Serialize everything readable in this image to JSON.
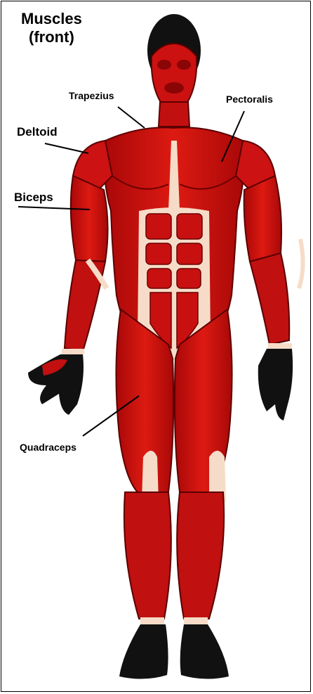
{
  "title": {
    "line1": "Muscles",
    "line2": "(front)"
  },
  "labels": {
    "trapezius": "Trapezius",
    "pectoralis": "Pectoralis",
    "deltoid": "Deltoid",
    "biceps": "Biceps",
    "quadraceps": "Quadraceps"
  },
  "colors": {
    "muscle": "#cc1111",
    "muscle_dark": "#7a0000",
    "tendon": "#f6dcc8",
    "skin_dark": "#111111"
  }
}
